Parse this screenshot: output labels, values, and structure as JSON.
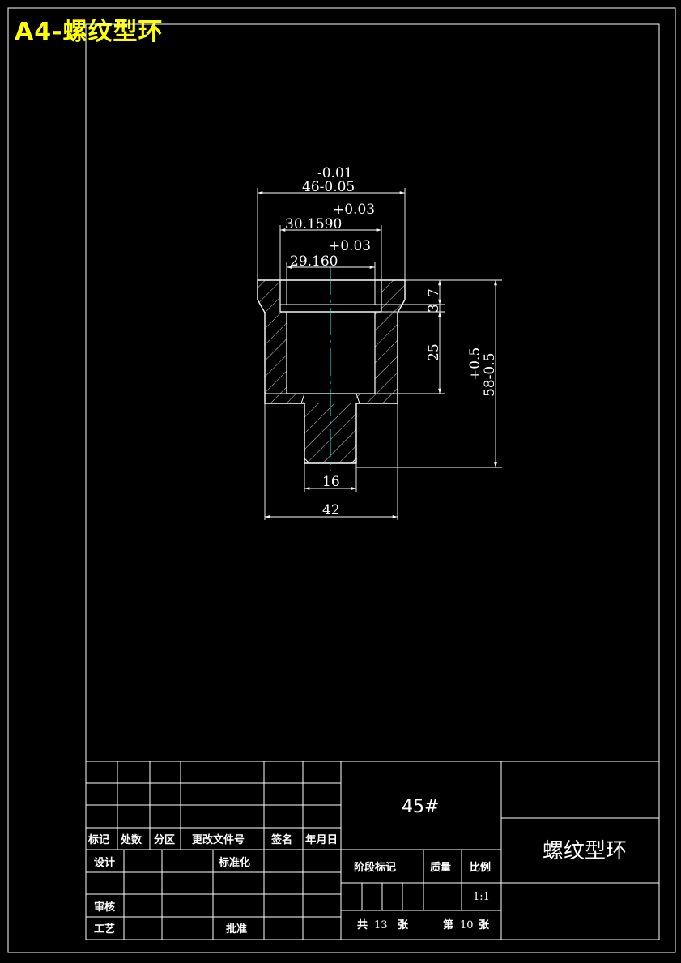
{
  "sheet_stamp": "A4-螺纹型环",
  "colors": {
    "background": "#000000",
    "line": "#ffffff",
    "centerline": "#00ffff",
    "stamp": "#ffff00"
  },
  "drawing": {
    "dim_top_upper": "-0.01",
    "dim_top_main": "46-0.05",
    "dim_mid_upper": "+0.03",
    "dim_mid_main": "30.1590",
    "dim_inner_upper": "+0.03",
    "dim_inner_main": "29.160",
    "dim_7": "7",
    "dim_3": "3",
    "dim_25": "25",
    "dim_height_upper": "+0.5",
    "dim_height_main": "58-0.5",
    "dim_16": "16",
    "dim_42": "42"
  },
  "title_block": {
    "material": "45#",
    "part_name": "螺纹型环",
    "rev_header": [
      "标记",
      "处数",
      "分区",
      "更改文件号",
      "签名",
      "年月日"
    ],
    "design": "设计",
    "standardize": "标准化",
    "review": "审核",
    "process": "工艺",
    "approve": "批准",
    "stage_mark": "阶段标记",
    "mass": "质量",
    "scale": "比例",
    "scale_value": "1:1",
    "total_prefix": "共",
    "total_sheets": "13",
    "sheet_unit_a": "张",
    "sheet_prefix": "第",
    "sheet_number": "10",
    "sheet_unit_b": "张"
  }
}
